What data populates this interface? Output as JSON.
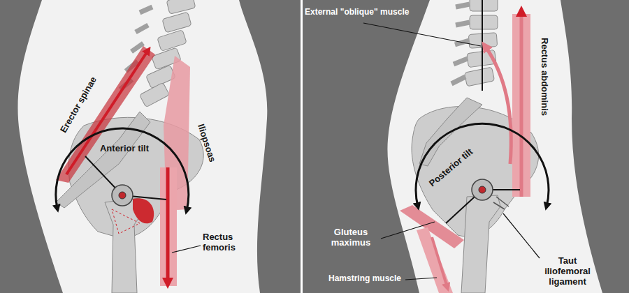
{
  "diagram": {
    "labels": [
      "Erector spinae",
      "Anterior tilt",
      "Iliopsoas",
      "Rectus femoris",
      "External \"oblique\" muscle",
      "Rectus abdominis",
      "Posterior tilt",
      "Gluteus maximus",
      "Hamstring muscle",
      "Taut iliofemoral ligament"
    ]
  }
}
